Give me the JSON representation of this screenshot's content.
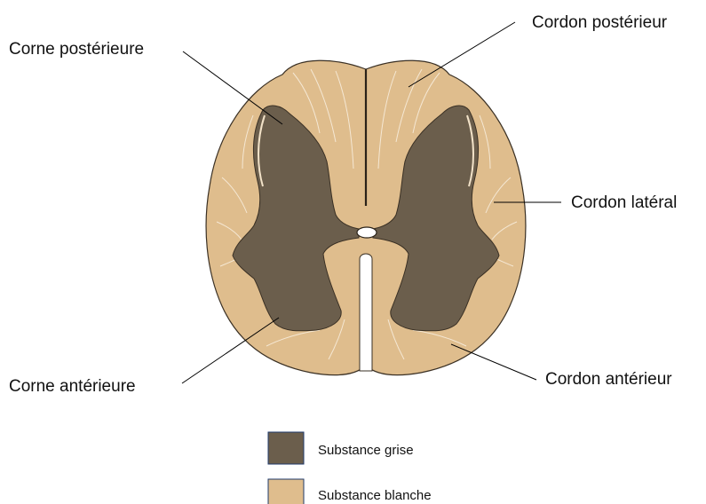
{
  "labels": {
    "corne_posterieure": "Corne postérieure",
    "cordon_posterieur": "Cordon postérieur",
    "cordon_lateral": "Cordon latéral",
    "corne_anterieure": "Corne antérieure",
    "cordon_anterieur": "Cordon antérieur"
  },
  "legend": {
    "grey_matter": "Substance grise",
    "white_matter": "Substance blanche"
  },
  "colors": {
    "grey_matter": "#6b5e4c",
    "white_matter": "#dfbd8d",
    "outline": "#3a3024"
  }
}
